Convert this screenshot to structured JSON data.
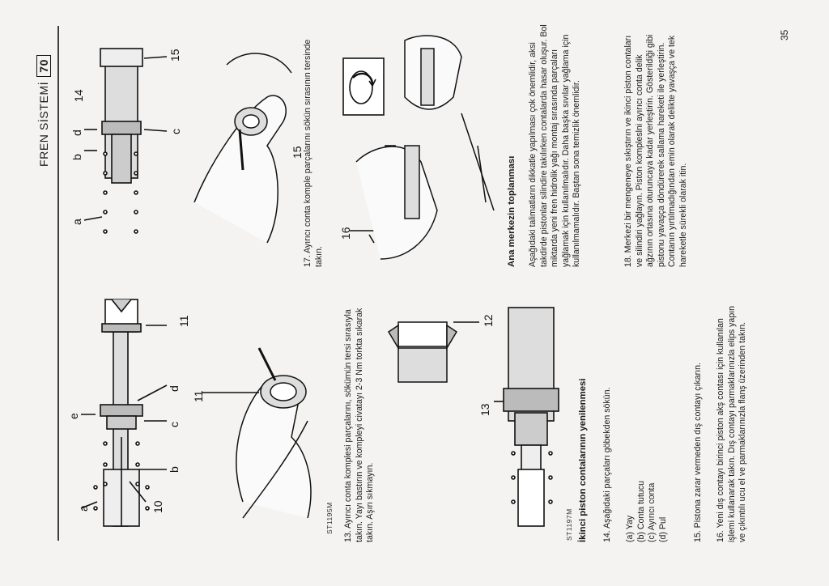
{
  "header": {
    "section_title": "FREN SİSTEMİ",
    "section_number": "70",
    "page_number": "35"
  },
  "figure_codes": {
    "fig1": "ST1195M",
    "fig2": "ST1197M"
  },
  "figure_labels": {
    "a": "a",
    "b": "b",
    "c": "c",
    "d": "d",
    "e": "e",
    "n10": "10",
    "n11": "11",
    "n12": "12",
    "n13": "13",
    "n14": "14",
    "n15": "15",
    "n16": "16"
  },
  "column1": {
    "step13": "13. Ayırıcı conta komplesi parçalarını, sökümün tersi sırasıyla takın. Yayı bastırın ve kompleyi civatayı 2-3 Nm torkta sıkarak takın. Aşırı sıkmayın.",
    "section_heading": "İkinci piston contalarının yenilenmesi",
    "step14": "14. Aşağıdaki parçaları göbekden sökün.",
    "list": [
      "(a) Yay",
      "(b) Conta tutucu",
      "(c) Ayırıcı conta",
      "(d) Pul"
    ],
    "step15": "15. Pistona zarar vermeden dış contayı çıkarın.",
    "step16": "16. Yeni dış contayı birinci piston akş contası için kullanılan işlemi kullanarak takın. Dış contayı parmaklarınızla elips yapın ve çıkıntılı ucu el ve parmaklarınızla flanş üzerinden takın."
  },
  "column2": {
    "step17": "17. Ayırıcı conta komple parçalarını sökün sırasının tersinde takın.",
    "section_heading": "Ana merkezin toplanması",
    "para": "Aşağıdaki talimatların dikkatle yapılması çok önemlidir, aksi takdirde pistonlar silindire takılırken contalarda hasar oluşur. Bol miktarda yeni fren hidrolik yağı montaj sırasında parçaları yağlamak için kullanılmalıdır. Daha başka sıvılar yağlama için kullanılmamalıdır. Baştan sona temizlik önemlidir.",
    "step18": "18. Merkezi bir mengeneye sıkıştırın ve ikinci piston contaları ve silindiri yağlayın. Piston kompleslni ayırıcı conta delik ağzının ortasına oturuncaya kadar yerleştirin. Gösterildiği gibi pistonu yavaşça döndürerek sallama hareketi ile yerleştirin. Contanın yırtılmadığından emin olarak delikte yavaşça ve tek hareketle sürekli olarak itin."
  }
}
